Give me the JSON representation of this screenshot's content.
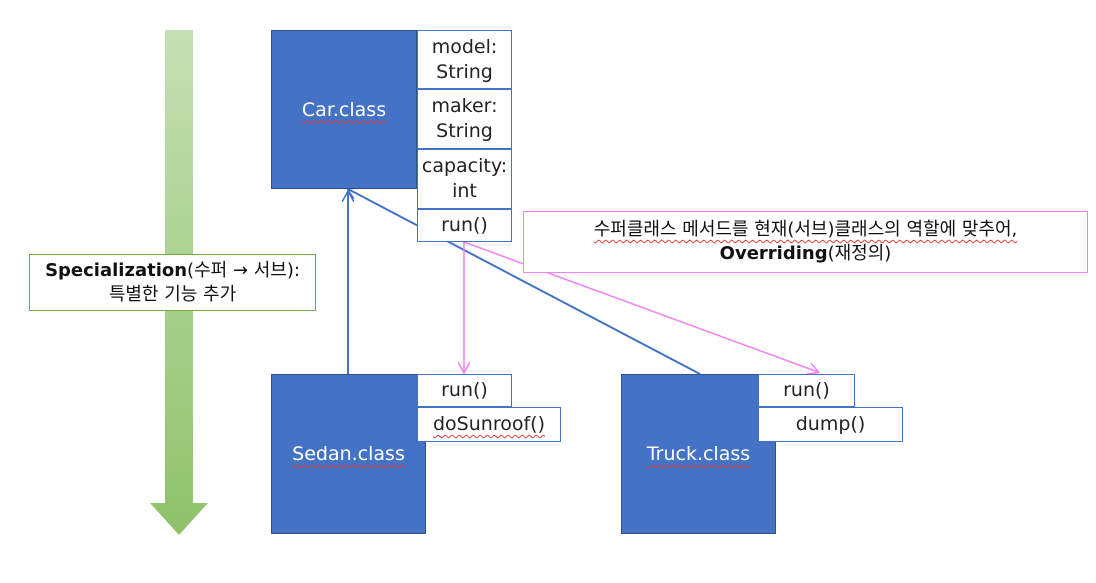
{
  "classes": {
    "car": {
      "name": "Car.class",
      "fields": [
        "model:\nString",
        "maker:\nString",
        "capacity:\nint",
        "run()"
      ]
    },
    "sedan": {
      "name": "Sedan.class",
      "methods": [
        "run()",
        "doSunroof()"
      ]
    },
    "truck": {
      "name": "Truck.class",
      "methods": [
        "run()",
        "dump()"
      ]
    }
  },
  "specialization": {
    "bold": "Specialization",
    "rest": "(수퍼 → 서브):",
    "line2": "특별한 기능 추가"
  },
  "overriding_note": {
    "line1": "수퍼클래스 메서드를 현재(서브)클래스의 역할에 맞추어,",
    "bold": "Overriding",
    "rest": "(재정의)"
  },
  "colors": {
    "class_fill": "#4472c4",
    "arrow_green": "#a9d18e",
    "override_pink": "#ee82ee",
    "inherit_line": "#4472c4"
  }
}
